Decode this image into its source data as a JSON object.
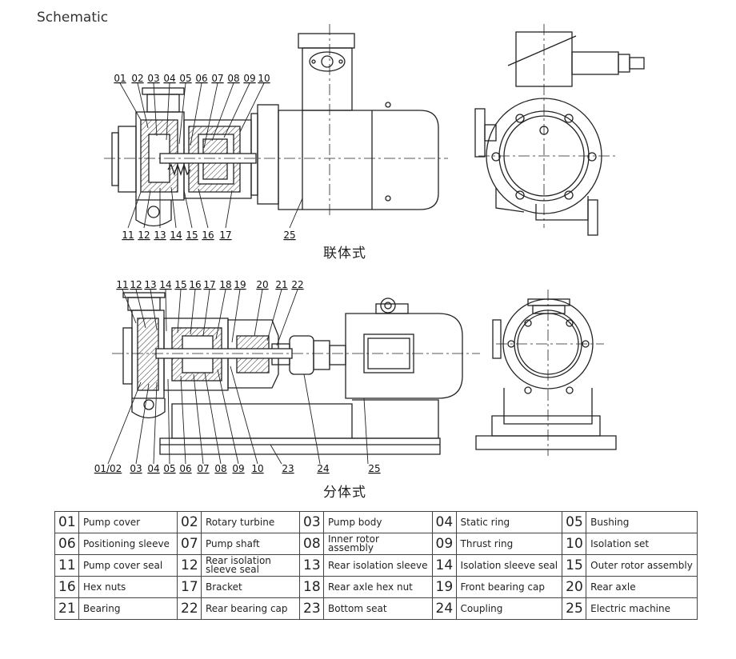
{
  "title": "Schematic",
  "caption_top": "联体式",
  "caption_bottom": "分体式",
  "top_callouts_upper": [
    "01",
    "02",
    "03",
    "04",
    "05",
    "06",
    "07",
    "08",
    "09",
    "10"
  ],
  "top_callouts_lower": [
    "11",
    "12",
    "13",
    "14",
    "15",
    "16",
    "17"
  ],
  "top_callout_motor": "25",
  "bottom_callouts_upper": [
    "11",
    "12",
    "13",
    "14",
    "15",
    "16",
    "17",
    "18",
    "19",
    "20",
    "21",
    "22"
  ],
  "bottom_callouts_lower": [
    "01/02",
    "03",
    "04",
    "05",
    "06",
    "07",
    "08",
    "09",
    "10",
    "23",
    "24",
    "25"
  ],
  "parts": [
    [
      {
        "num": "01",
        "name": "Pump cover"
      },
      {
        "num": "02",
        "name": "Rotary turbine"
      },
      {
        "num": "03",
        "name": "Pump body"
      },
      {
        "num": "04",
        "name": "Static ring"
      },
      {
        "num": "05",
        "name": "Bushing"
      }
    ],
    [
      {
        "num": "06",
        "name": "Positioning sleeve"
      },
      {
        "num": "07",
        "name": "Pump shaft"
      },
      {
        "num": "08",
        "name": "Inner rotor assembly"
      },
      {
        "num": "09",
        "name": "Thrust ring"
      },
      {
        "num": "10",
        "name": "Isolation set"
      }
    ],
    [
      {
        "num": "11",
        "name": "Pump cover seal"
      },
      {
        "num": "12",
        "name": "Rear isolation sleeve seal"
      },
      {
        "num": "13",
        "name": "Rear isolation sleeve"
      },
      {
        "num": "14",
        "name": "Isolation sleeve seal"
      },
      {
        "num": "15",
        "name": "Outer rotor assembly"
      }
    ],
    [
      {
        "num": "16",
        "name": "Hex nuts"
      },
      {
        "num": "17",
        "name": "Bracket"
      },
      {
        "num": "18",
        "name": "Rear axle hex nut"
      },
      {
        "num": "19",
        "name": "Front bearing cap"
      },
      {
        "num": "20",
        "name": "Rear axle"
      }
    ],
    [
      {
        "num": "21",
        "name": "Bearing"
      },
      {
        "num": "22",
        "name": "Rear bearing cap"
      },
      {
        "num": "23",
        "name": "Bottom seat"
      },
      {
        "num": "24",
        "name": "Coupling"
      },
      {
        "num": "25",
        "name": "Electric machine"
      }
    ]
  ]
}
